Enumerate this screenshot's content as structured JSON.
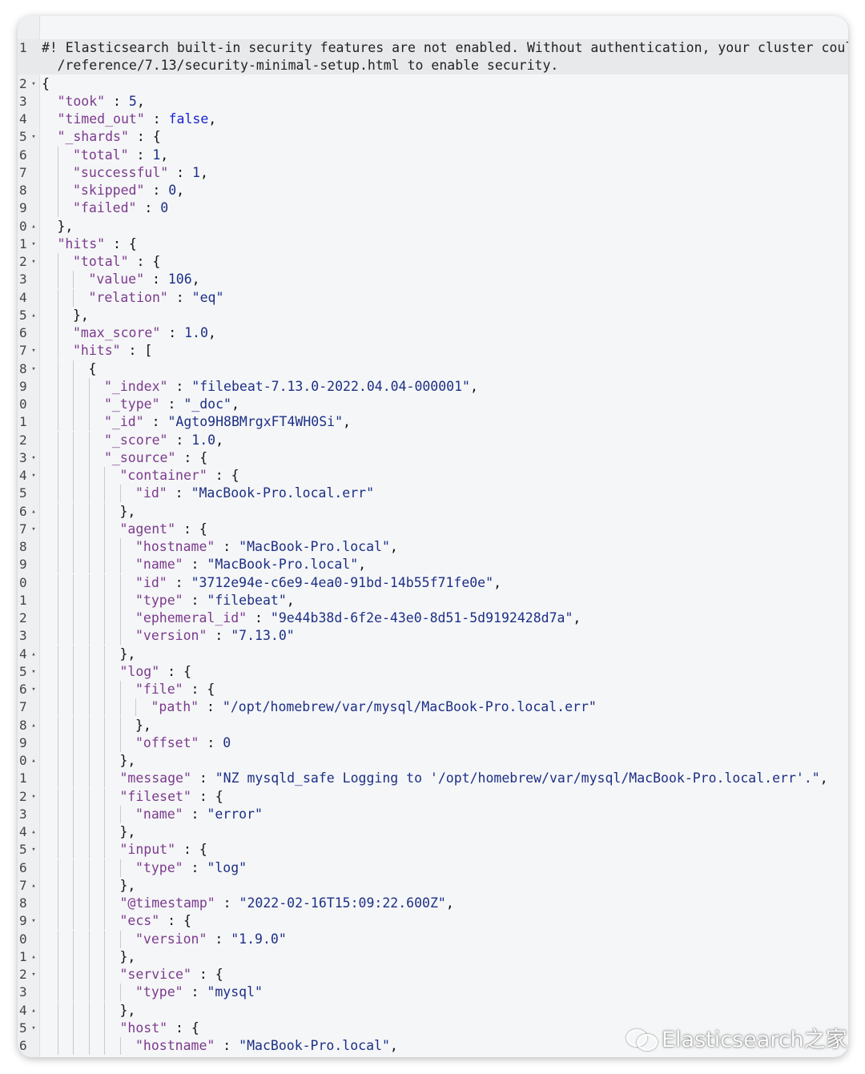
{
  "watermark": {
    "text": "Elasticsearch之家",
    "icon": "wechat-icon"
  },
  "lines": [
    {
      "n": "1",
      "fold": "",
      "indent": 0,
      "bars": [],
      "hl": true,
      "parts": [
        [
          "c",
          "#! Elasticsearch built-in security features are not enabled. Without authentication, your cluster could"
        ]
      ]
    },
    {
      "n": "",
      "fold": "",
      "indent": 1,
      "bars": [],
      "hl": true,
      "parts": [
        [
          "c",
          "/reference/7.13/security-minimal-setup.html to enable security."
        ]
      ]
    },
    {
      "n": "2",
      "fold": "▾",
      "indent": 0,
      "bars": [],
      "parts": [
        [
          "p",
          "{"
        ]
      ]
    },
    {
      "n": "3",
      "fold": "",
      "indent": 1,
      "bars": [],
      "parts": [
        [
          "k",
          "\"took\""
        ],
        [
          "p",
          " : "
        ],
        [
          "n",
          "5"
        ],
        [
          "p",
          ","
        ]
      ]
    },
    {
      "n": "4",
      "fold": "",
      "indent": 1,
      "bars": [],
      "parts": [
        [
          "k",
          "\"timed_out\""
        ],
        [
          "p",
          " : "
        ],
        [
          "b",
          "false"
        ],
        [
          "p",
          ","
        ]
      ]
    },
    {
      "n": "5",
      "fold": "▾",
      "indent": 1,
      "bars": [],
      "parts": [
        [
          "k",
          "\"_shards\""
        ],
        [
          "p",
          " : {"
        ]
      ]
    },
    {
      "n": "6",
      "fold": "",
      "indent": 2,
      "bars": [
        1
      ],
      "parts": [
        [
          "k",
          "\"total\""
        ],
        [
          "p",
          " : "
        ],
        [
          "n",
          "1"
        ],
        [
          "p",
          ","
        ]
      ]
    },
    {
      "n": "7",
      "fold": "",
      "indent": 2,
      "bars": [
        1
      ],
      "parts": [
        [
          "k",
          "\"successful\""
        ],
        [
          "p",
          " : "
        ],
        [
          "n",
          "1"
        ],
        [
          "p",
          ","
        ]
      ]
    },
    {
      "n": "8",
      "fold": "",
      "indent": 2,
      "bars": [
        1
      ],
      "parts": [
        [
          "k",
          "\"skipped\""
        ],
        [
          "p",
          " : "
        ],
        [
          "n",
          "0"
        ],
        [
          "p",
          ","
        ]
      ]
    },
    {
      "n": "9",
      "fold": "",
      "indent": 2,
      "bars": [
        1
      ],
      "parts": [
        [
          "k",
          "\"failed\""
        ],
        [
          "p",
          " : "
        ],
        [
          "n",
          "0"
        ]
      ]
    },
    {
      "n": "0",
      "fold": "▴",
      "indent": 1,
      "bars": [],
      "parts": [
        [
          "p",
          "},"
        ]
      ]
    },
    {
      "n": "1",
      "fold": "▾",
      "indent": 1,
      "bars": [],
      "parts": [
        [
          "k",
          "\"hits\""
        ],
        [
          "p",
          " : {"
        ]
      ]
    },
    {
      "n": "2",
      "fold": "▾",
      "indent": 2,
      "bars": [
        1
      ],
      "parts": [
        [
          "k",
          "\"total\""
        ],
        [
          "p",
          " : {"
        ]
      ]
    },
    {
      "n": "3",
      "fold": "",
      "indent": 3,
      "bars": [
        1,
        2
      ],
      "parts": [
        [
          "k",
          "\"value\""
        ],
        [
          "p",
          " : "
        ],
        [
          "n",
          "106"
        ],
        [
          "p",
          ","
        ]
      ]
    },
    {
      "n": "4",
      "fold": "",
      "indent": 3,
      "bars": [
        1,
        2
      ],
      "parts": [
        [
          "k",
          "\"relation\""
        ],
        [
          "p",
          " : "
        ],
        [
          "s",
          "\"eq\""
        ]
      ]
    },
    {
      "n": "5",
      "fold": "▴",
      "indent": 2,
      "bars": [
        1
      ],
      "parts": [
        [
          "p",
          "},"
        ]
      ]
    },
    {
      "n": "6",
      "fold": "",
      "indent": 2,
      "bars": [
        1
      ],
      "parts": [
        [
          "k",
          "\"max_score\""
        ],
        [
          "p",
          " : "
        ],
        [
          "n",
          "1.0"
        ],
        [
          "p",
          ","
        ]
      ]
    },
    {
      "n": "7",
      "fold": "▾",
      "indent": 2,
      "bars": [
        1
      ],
      "parts": [
        [
          "k",
          "\"hits\""
        ],
        [
          "p",
          " : ["
        ]
      ]
    },
    {
      "n": "8",
      "fold": "▾",
      "indent": 3,
      "bars": [
        1,
        2
      ],
      "parts": [
        [
          "p",
          "{"
        ]
      ]
    },
    {
      "n": "9",
      "fold": "",
      "indent": 4,
      "bars": [
        1,
        2,
        3
      ],
      "parts": [
        [
          "k",
          "\"_index\""
        ],
        [
          "p",
          " : "
        ],
        [
          "s",
          "\"filebeat-7.13.0-2022.04.04-000001\""
        ],
        [
          "p",
          ","
        ]
      ]
    },
    {
      "n": "0",
      "fold": "",
      "indent": 4,
      "bars": [
        1,
        2,
        3
      ],
      "parts": [
        [
          "k",
          "\"_type\""
        ],
        [
          "p",
          " : "
        ],
        [
          "s",
          "\"_doc\""
        ],
        [
          "p",
          ","
        ]
      ]
    },
    {
      "n": "1",
      "fold": "",
      "indent": 4,
      "bars": [
        1,
        2,
        3
      ],
      "parts": [
        [
          "k",
          "\"_id\""
        ],
        [
          "p",
          " : "
        ],
        [
          "s",
          "\"Agto9H8BMrgxFT4WH0Si\""
        ],
        [
          "p",
          ","
        ]
      ]
    },
    {
      "n": "2",
      "fold": "",
      "indent": 4,
      "bars": [
        1,
        2,
        3
      ],
      "parts": [
        [
          "k",
          "\"_score\""
        ],
        [
          "p",
          " : "
        ],
        [
          "n",
          "1.0"
        ],
        [
          "p",
          ","
        ]
      ]
    },
    {
      "n": "3",
      "fold": "▾",
      "indent": 4,
      "bars": [
        1,
        2,
        3
      ],
      "parts": [
        [
          "k",
          "\"_source\""
        ],
        [
          "p",
          " : {"
        ]
      ]
    },
    {
      "n": "4",
      "fold": "▾",
      "indent": 5,
      "bars": [
        1,
        2,
        3,
        4
      ],
      "parts": [
        [
          "k",
          "\"container\""
        ],
        [
          "p",
          " : {"
        ]
      ]
    },
    {
      "n": "5",
      "fold": "",
      "indent": 6,
      "bars": [
        1,
        2,
        3,
        4,
        5
      ],
      "parts": [
        [
          "k",
          "\"id\""
        ],
        [
          "p",
          " : "
        ],
        [
          "s",
          "\"MacBook-Pro.local.err\""
        ]
      ]
    },
    {
      "n": "6",
      "fold": "▴",
      "indent": 5,
      "bars": [
        1,
        2,
        3,
        4
      ],
      "parts": [
        [
          "p",
          "},"
        ]
      ]
    },
    {
      "n": "7",
      "fold": "▾",
      "indent": 5,
      "bars": [
        1,
        2,
        3,
        4
      ],
      "parts": [
        [
          "k",
          "\"agent\""
        ],
        [
          "p",
          " : {"
        ]
      ]
    },
    {
      "n": "8",
      "fold": "",
      "indent": 6,
      "bars": [
        1,
        2,
        3,
        4,
        5
      ],
      "parts": [
        [
          "k",
          "\"hostname\""
        ],
        [
          "p",
          " : "
        ],
        [
          "s",
          "\"MacBook-Pro.local\""
        ],
        [
          "p",
          ","
        ]
      ]
    },
    {
      "n": "9",
      "fold": "",
      "indent": 6,
      "bars": [
        1,
        2,
        3,
        4,
        5
      ],
      "parts": [
        [
          "k",
          "\"name\""
        ],
        [
          "p",
          " : "
        ],
        [
          "s",
          "\"MacBook-Pro.local\""
        ],
        [
          "p",
          ","
        ]
      ]
    },
    {
      "n": "0",
      "fold": "",
      "indent": 6,
      "bars": [
        1,
        2,
        3,
        4,
        5
      ],
      "parts": [
        [
          "k",
          "\"id\""
        ],
        [
          "p",
          " : "
        ],
        [
          "s",
          "\"3712e94e-c6e9-4ea0-91bd-14b55f71fe0e\""
        ],
        [
          "p",
          ","
        ]
      ]
    },
    {
      "n": "1",
      "fold": "",
      "indent": 6,
      "bars": [
        1,
        2,
        3,
        4,
        5
      ],
      "parts": [
        [
          "k",
          "\"type\""
        ],
        [
          "p",
          " : "
        ],
        [
          "s",
          "\"filebeat\""
        ],
        [
          "p",
          ","
        ]
      ]
    },
    {
      "n": "2",
      "fold": "",
      "indent": 6,
      "bars": [
        1,
        2,
        3,
        4,
        5
      ],
      "parts": [
        [
          "k",
          "\"ephemeral_id\""
        ],
        [
          "p",
          " : "
        ],
        [
          "s",
          "\"9e44b38d-6f2e-43e0-8d51-5d9192428d7a\""
        ],
        [
          "p",
          ","
        ]
      ]
    },
    {
      "n": "3",
      "fold": "",
      "indent": 6,
      "bars": [
        1,
        2,
        3,
        4,
        5
      ],
      "parts": [
        [
          "k",
          "\"version\""
        ],
        [
          "p",
          " : "
        ],
        [
          "s",
          "\"7.13.0\""
        ]
      ]
    },
    {
      "n": "4",
      "fold": "▴",
      "indent": 5,
      "bars": [
        1,
        2,
        3,
        4
      ],
      "parts": [
        [
          "p",
          "},"
        ]
      ]
    },
    {
      "n": "5",
      "fold": "▾",
      "indent": 5,
      "bars": [
        1,
        2,
        3,
        4
      ],
      "parts": [
        [
          "k",
          "\"log\""
        ],
        [
          "p",
          " : {"
        ]
      ]
    },
    {
      "n": "6",
      "fold": "▾",
      "indent": 6,
      "bars": [
        1,
        2,
        3,
        4,
        5
      ],
      "parts": [
        [
          "k",
          "\"file\""
        ],
        [
          "p",
          " : {"
        ]
      ]
    },
    {
      "n": "7",
      "fold": "",
      "indent": 7,
      "bars": [
        1,
        2,
        3,
        4,
        5,
        6
      ],
      "parts": [
        [
          "k",
          "\"path\""
        ],
        [
          "p",
          " : "
        ],
        [
          "s",
          "\"/opt/homebrew/var/mysql/MacBook-Pro.local.err\""
        ]
      ]
    },
    {
      "n": "8",
      "fold": "▴",
      "indent": 6,
      "bars": [
        1,
        2,
        3,
        4,
        5
      ],
      "parts": [
        [
          "p",
          "},"
        ]
      ]
    },
    {
      "n": "9",
      "fold": "",
      "indent": 6,
      "bars": [
        1,
        2,
        3,
        4,
        5
      ],
      "parts": [
        [
          "k",
          "\"offset\""
        ],
        [
          "p",
          " : "
        ],
        [
          "n",
          "0"
        ]
      ]
    },
    {
      "n": "0",
      "fold": "▴",
      "indent": 5,
      "bars": [
        1,
        2,
        3,
        4
      ],
      "parts": [
        [
          "p",
          "},"
        ]
      ]
    },
    {
      "n": "1",
      "fold": "",
      "indent": 5,
      "bars": [
        1,
        2,
        3,
        4
      ],
      "parts": [
        [
          "k",
          "\"message\""
        ],
        [
          "p",
          " : "
        ],
        [
          "s",
          "\"NZ mysqld_safe Logging to '/opt/homebrew/var/mysql/MacBook-Pro.local.err'.\""
        ],
        [
          "p",
          ","
        ]
      ]
    },
    {
      "n": "2",
      "fold": "▾",
      "indent": 5,
      "bars": [
        1,
        2,
        3,
        4
      ],
      "parts": [
        [
          "k",
          "\"fileset\""
        ],
        [
          "p",
          " : {"
        ]
      ]
    },
    {
      "n": "3",
      "fold": "",
      "indent": 6,
      "bars": [
        1,
        2,
        3,
        4,
        5
      ],
      "parts": [
        [
          "k",
          "\"name\""
        ],
        [
          "p",
          " : "
        ],
        [
          "s",
          "\"error\""
        ]
      ]
    },
    {
      "n": "4",
      "fold": "▴",
      "indent": 5,
      "bars": [
        1,
        2,
        3,
        4
      ],
      "parts": [
        [
          "p",
          "},"
        ]
      ]
    },
    {
      "n": "5",
      "fold": "▾",
      "indent": 5,
      "bars": [
        1,
        2,
        3,
        4
      ],
      "parts": [
        [
          "k",
          "\"input\""
        ],
        [
          "p",
          " : {"
        ]
      ]
    },
    {
      "n": "6",
      "fold": "",
      "indent": 6,
      "bars": [
        1,
        2,
        3,
        4,
        5
      ],
      "parts": [
        [
          "k",
          "\"type\""
        ],
        [
          "p",
          " : "
        ],
        [
          "s",
          "\"log\""
        ]
      ]
    },
    {
      "n": "7",
      "fold": "▴",
      "indent": 5,
      "bars": [
        1,
        2,
        3,
        4
      ],
      "parts": [
        [
          "p",
          "},"
        ]
      ]
    },
    {
      "n": "8",
      "fold": "",
      "indent": 5,
      "bars": [
        1,
        2,
        3,
        4
      ],
      "parts": [
        [
          "k",
          "\"@timestamp\""
        ],
        [
          "p",
          " : "
        ],
        [
          "s",
          "\"2022-02-16T15:09:22.600Z\""
        ],
        [
          "p",
          ","
        ]
      ]
    },
    {
      "n": "9",
      "fold": "▾",
      "indent": 5,
      "bars": [
        1,
        2,
        3,
        4
      ],
      "parts": [
        [
          "k",
          "\"ecs\""
        ],
        [
          "p",
          " : {"
        ]
      ]
    },
    {
      "n": "0",
      "fold": "",
      "indent": 6,
      "bars": [
        1,
        2,
        3,
        4,
        5
      ],
      "parts": [
        [
          "k",
          "\"version\""
        ],
        [
          "p",
          " : "
        ],
        [
          "s",
          "\"1.9.0\""
        ]
      ]
    },
    {
      "n": "1",
      "fold": "▴",
      "indent": 5,
      "bars": [
        1,
        2,
        3,
        4
      ],
      "parts": [
        [
          "p",
          "},"
        ]
      ]
    },
    {
      "n": "2",
      "fold": "▾",
      "indent": 5,
      "bars": [
        1,
        2,
        3,
        4
      ],
      "parts": [
        [
          "k",
          "\"service\""
        ],
        [
          "p",
          " : {"
        ]
      ]
    },
    {
      "n": "3",
      "fold": "",
      "indent": 6,
      "bars": [
        1,
        2,
        3,
        4,
        5
      ],
      "parts": [
        [
          "k",
          "\"type\""
        ],
        [
          "p",
          " : "
        ],
        [
          "s",
          "\"mysql\""
        ]
      ]
    },
    {
      "n": "4",
      "fold": "▴",
      "indent": 5,
      "bars": [
        1,
        2,
        3,
        4
      ],
      "parts": [
        [
          "p",
          "},"
        ]
      ]
    },
    {
      "n": "5",
      "fold": "▾",
      "indent": 5,
      "bars": [
        1,
        2,
        3,
        4
      ],
      "parts": [
        [
          "k",
          "\"host\""
        ],
        [
          "p",
          " : {"
        ]
      ]
    },
    {
      "n": "6",
      "fold": "",
      "indent": 6,
      "bars": [
        1,
        2,
        3,
        4,
        5
      ],
      "parts": [
        [
          "k",
          "\"hostname\""
        ],
        [
          "p",
          " : "
        ],
        [
          "s",
          "\"MacBook-Pro.local\""
        ],
        [
          "p",
          ","
        ]
      ]
    }
  ]
}
